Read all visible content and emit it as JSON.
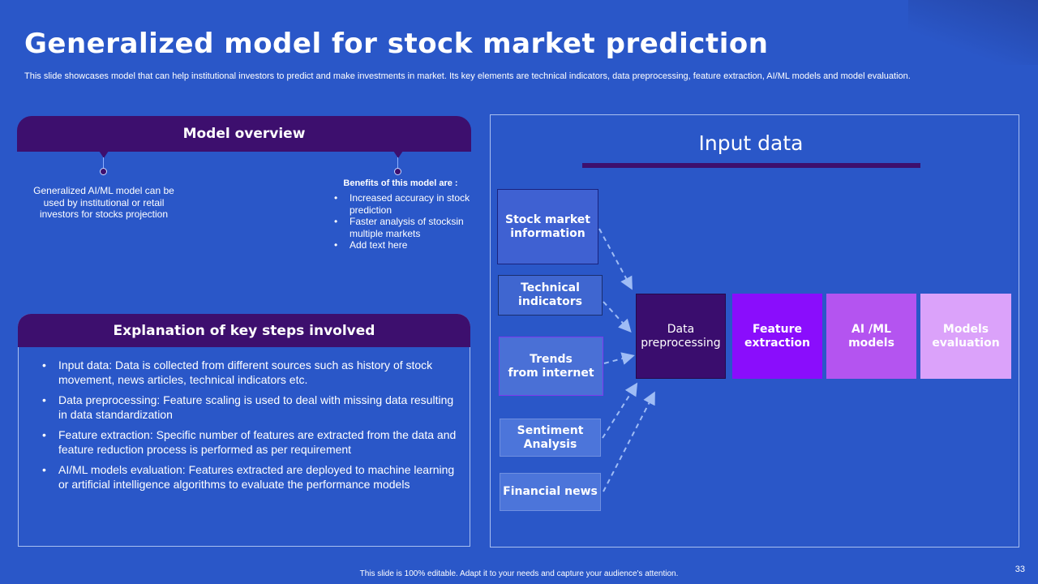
{
  "title": "Generalized model for stock market prediction",
  "subtitle": "This slide showcases model that can help institutional investors to predict and make investments in market. Its key elements are technical indicators, data preprocessing, feature extraction, AI/ML  models and model evaluation.",
  "overview": {
    "header": "Model overview",
    "left_text": "Generalized AI/ML  model can be used by institutional or retail investors for stocks projection",
    "benefits_title": "Benefits of this model are :",
    "benefits": [
      "Increased accuracy in stock prediction",
      "Faster analysis of stocksin multiple markets",
      "Add text here"
    ]
  },
  "explanation": {
    "header": "Explanation of key steps involved",
    "items": [
      "Input data: Data is collected from different sources such as history of stock movement, news articles, technical indicators etc.",
      "Data preprocessing: Feature scaling is used to deal with missing data resulting in data standardization",
      "Feature extraction: Specific number of features are extracted from the data and feature reduction process is performed as per requirement",
      "AI/ML  models evaluation: Features extracted are deployed to machine learning or artificial intelligence algorithms to evaluate the performance models"
    ]
  },
  "diagram": {
    "input_title": "Input data",
    "sources": [
      "Stock market\ninformation",
      "Technical\nindicators",
      "Trends\nfrom internet",
      "Sentiment\nAnalysis",
      "Financial news"
    ],
    "process_steps": [
      "Data\npreprocessing",
      "Feature\nextraction",
      "AI /ML\nmodels",
      "Models\nevaluation"
    ],
    "colors": {
      "preprocessing": "#3a0d6e",
      "feature_extraction": "#8a0dfc",
      "models": "#b454f0",
      "evaluation": "#dba2fa",
      "source_fill": "#4a6fd6",
      "arrow": "#9fbcf5"
    }
  },
  "footer": "This slide is 100% editable.  Adapt it to your needs and capture your audience's attention.",
  "page_number": "33"
}
